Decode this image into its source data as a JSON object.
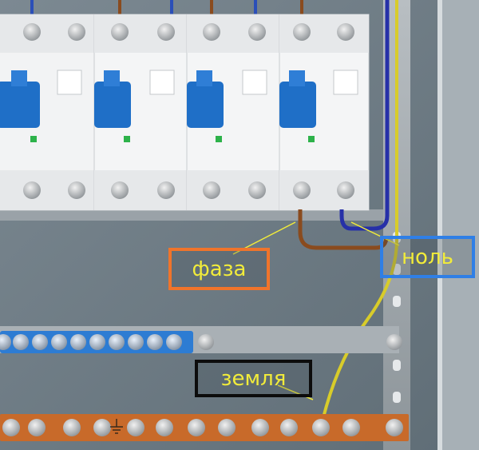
{
  "labels": {
    "phase": "фаза",
    "neutral": "ноль",
    "earth": "земля"
  },
  "colors": {
    "phase_frame": "#f0742b",
    "neutral_frame": "#2f7fe6",
    "earth_frame": "#0c0c0c",
    "label_text": "#f2ec3a",
    "phase_wire": "#8a4b1e",
    "neutral_wire": "#2630a8",
    "earth_wire": "#d8cc2a",
    "neutral_bus": "#2d7cd3",
    "earth_bus": "#c86a2a",
    "breaker_body": "#f4f5f6",
    "breaker_lever": "#1f6fc7",
    "status_led": "#2db24a"
  },
  "icons": {
    "ground": "ground-symbol-icon"
  }
}
